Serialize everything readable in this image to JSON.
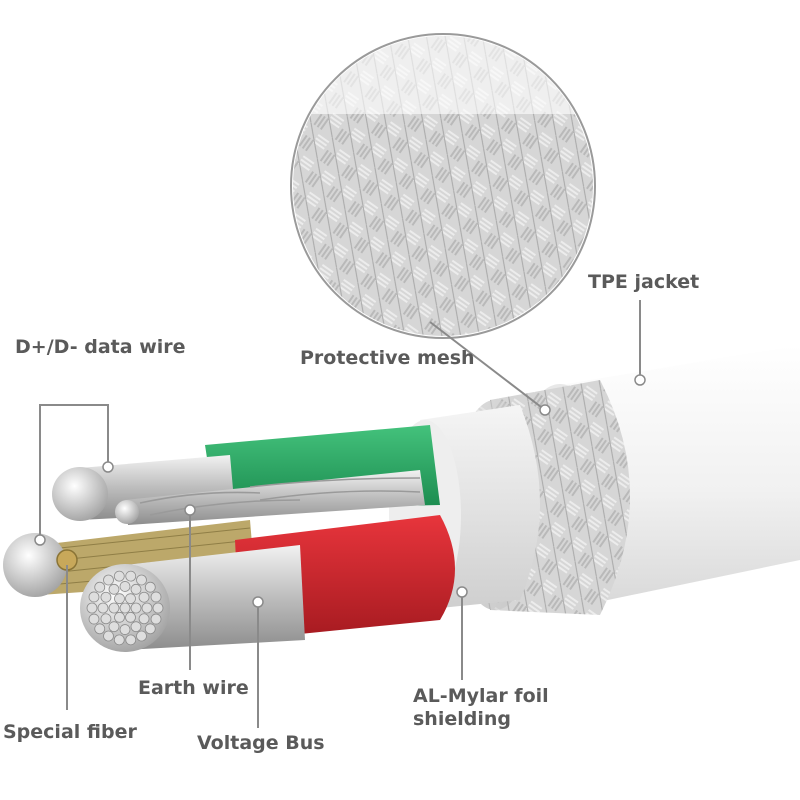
{
  "labels": {
    "tpe_jacket": "TPE jacket",
    "protective_mesh": "Protective mesh",
    "data_wire": "D+/D- data wire",
    "earth_wire": "Earth wire",
    "special_fiber": "Special fiber",
    "voltage_bus": "Voltage Bus",
    "mylar_line1": "AL-Mylar foil",
    "mylar_line2": "shielding"
  },
  "colors": {
    "jacket": "#f4f4f4",
    "mesh": "#c8c8c8",
    "foil": "#e2e2e2",
    "green_insulation": "#2fb36a",
    "red_insulation": "#d4252c",
    "copper": "#c9c9c9",
    "fiber": "#c8a85a",
    "label_text": "#5a5a5a",
    "leader_line": "#8a8a8a"
  }
}
